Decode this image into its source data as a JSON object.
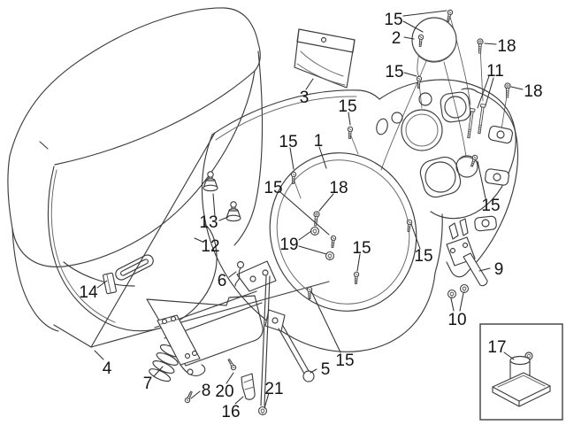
{
  "diagram": {
    "kind": "exploded-parts-line-drawing",
    "subject": "scooter saddle, helmet compartment and fittings",
    "background_color": "#ffffff",
    "line_color": "#3d3d3d",
    "label_color": "#141414",
    "detail_box": {
      "part_label": "17"
    },
    "callouts": [
      {
        "label": "15"
      },
      {
        "label": "2"
      },
      {
        "label": "18"
      },
      {
        "label": "15"
      },
      {
        "label": "11"
      },
      {
        "label": "18"
      },
      {
        "label": "3"
      },
      {
        "label": "15"
      },
      {
        "label": "15"
      },
      {
        "label": "1"
      },
      {
        "label": "15"
      },
      {
        "label": "18"
      },
      {
        "label": "15"
      },
      {
        "label": "13"
      },
      {
        "label": "19"
      },
      {
        "label": "12"
      },
      {
        "label": "15"
      },
      {
        "label": "15"
      },
      {
        "label": "9"
      },
      {
        "label": "6"
      },
      {
        "label": "14"
      },
      {
        "label": "10"
      },
      {
        "label": "17"
      },
      {
        "label": "15"
      },
      {
        "label": "5"
      },
      {
        "label": "4"
      },
      {
        "label": "7"
      },
      {
        "label": "8"
      },
      {
        "label": "20"
      },
      {
        "label": "16"
      },
      {
        "label": "21"
      }
    ]
  }
}
